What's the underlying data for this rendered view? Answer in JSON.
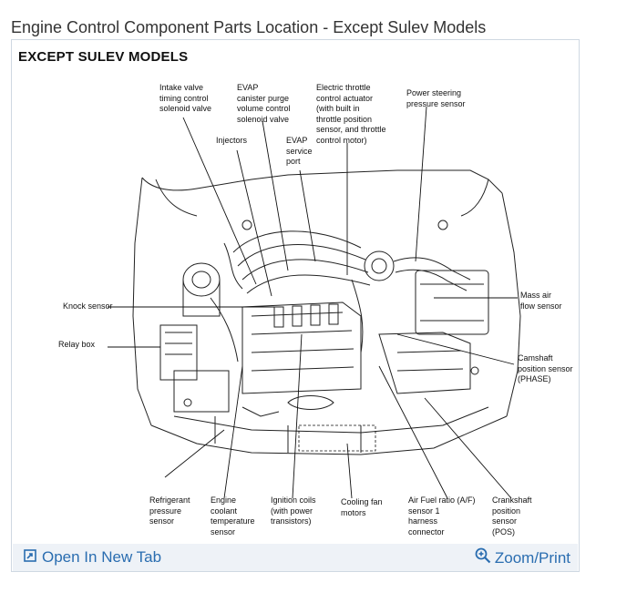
{
  "page": {
    "title": "Engine Control Component Parts Location - Except Sulev Models"
  },
  "diagram": {
    "heading": "EXCEPT SULEV MODELS",
    "callouts": {
      "intake_valve": "Intake valve\ntiming control\nsolenoid valve",
      "evap_purge": "EVAP\ncanister purge\nvolume control\nsolenoid valve",
      "electric_throttle": "Electric throttle\ncontrol actuator\n(with built in\nthrottle position\nsensor, and throttle\ncontrol motor)",
      "power_steering": "Power steering\npressure sensor",
      "injectors": "Injectors",
      "evap_port": "EVAP\nservice\nport",
      "knock_sensor": "Knock sensor",
      "relay_box": "Relay box",
      "mass_air_flow": "Mass air\nflow sensor",
      "camshaft": "Camshaft\nposition sensor\n(PHASE)",
      "refrigerant": "Refrigerant\npressure\nsensor",
      "coolant_temp": "Engine\ncoolant\ntemperature\nsensor",
      "ignition_coils": "Ignition coils\n(with power\ntransistors)",
      "cooling_fan": "Cooling fan\nmotors",
      "air_fuel": "Air Fuel ratio (A/F)\nsensor 1\nharness\nconnector",
      "crankshaft": "Crankshaft\nposition\nsensor\n(POS)"
    }
  },
  "footer": {
    "open_tab_label": "Open In New Tab",
    "zoom_label": "Zoom/Print",
    "open_tab_icon": "open-in-new-tab-icon",
    "zoom_icon": "magnifier-plus-icon",
    "link_color": "#2a6db0"
  }
}
